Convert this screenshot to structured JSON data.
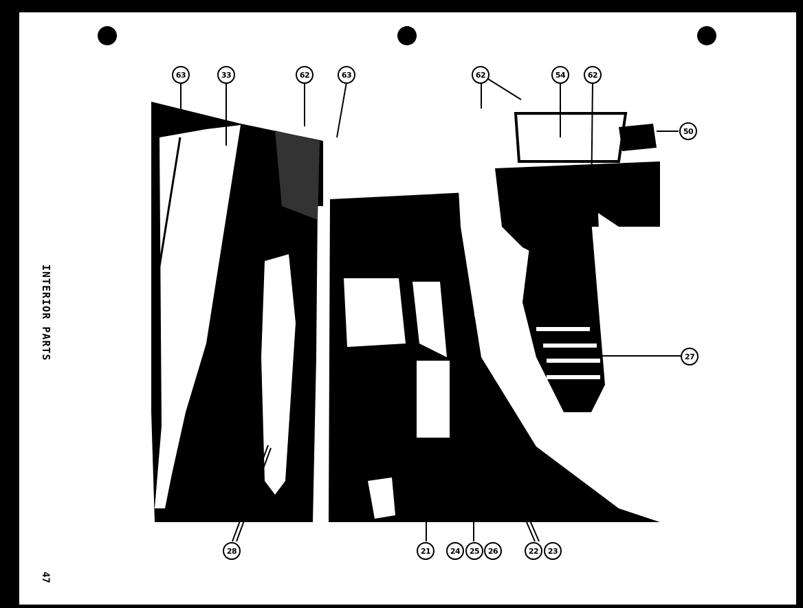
{
  "page": {
    "side_title": "INTERIOR PARTS",
    "page_number": "47"
  },
  "callouts": {
    "c1": "63",
    "c2": "33",
    "c3": "62",
    "c4": "63",
    "c5": "62",
    "c6": "54",
    "c7": "62",
    "c8": "50",
    "c9": "27",
    "c10": "28",
    "c11": "21",
    "c12": "24",
    "c13": "25",
    "c14": "26",
    "c15": "22",
    "c16": "23"
  },
  "colors": {
    "paper": "#ffffff",
    "ink": "#000000"
  }
}
